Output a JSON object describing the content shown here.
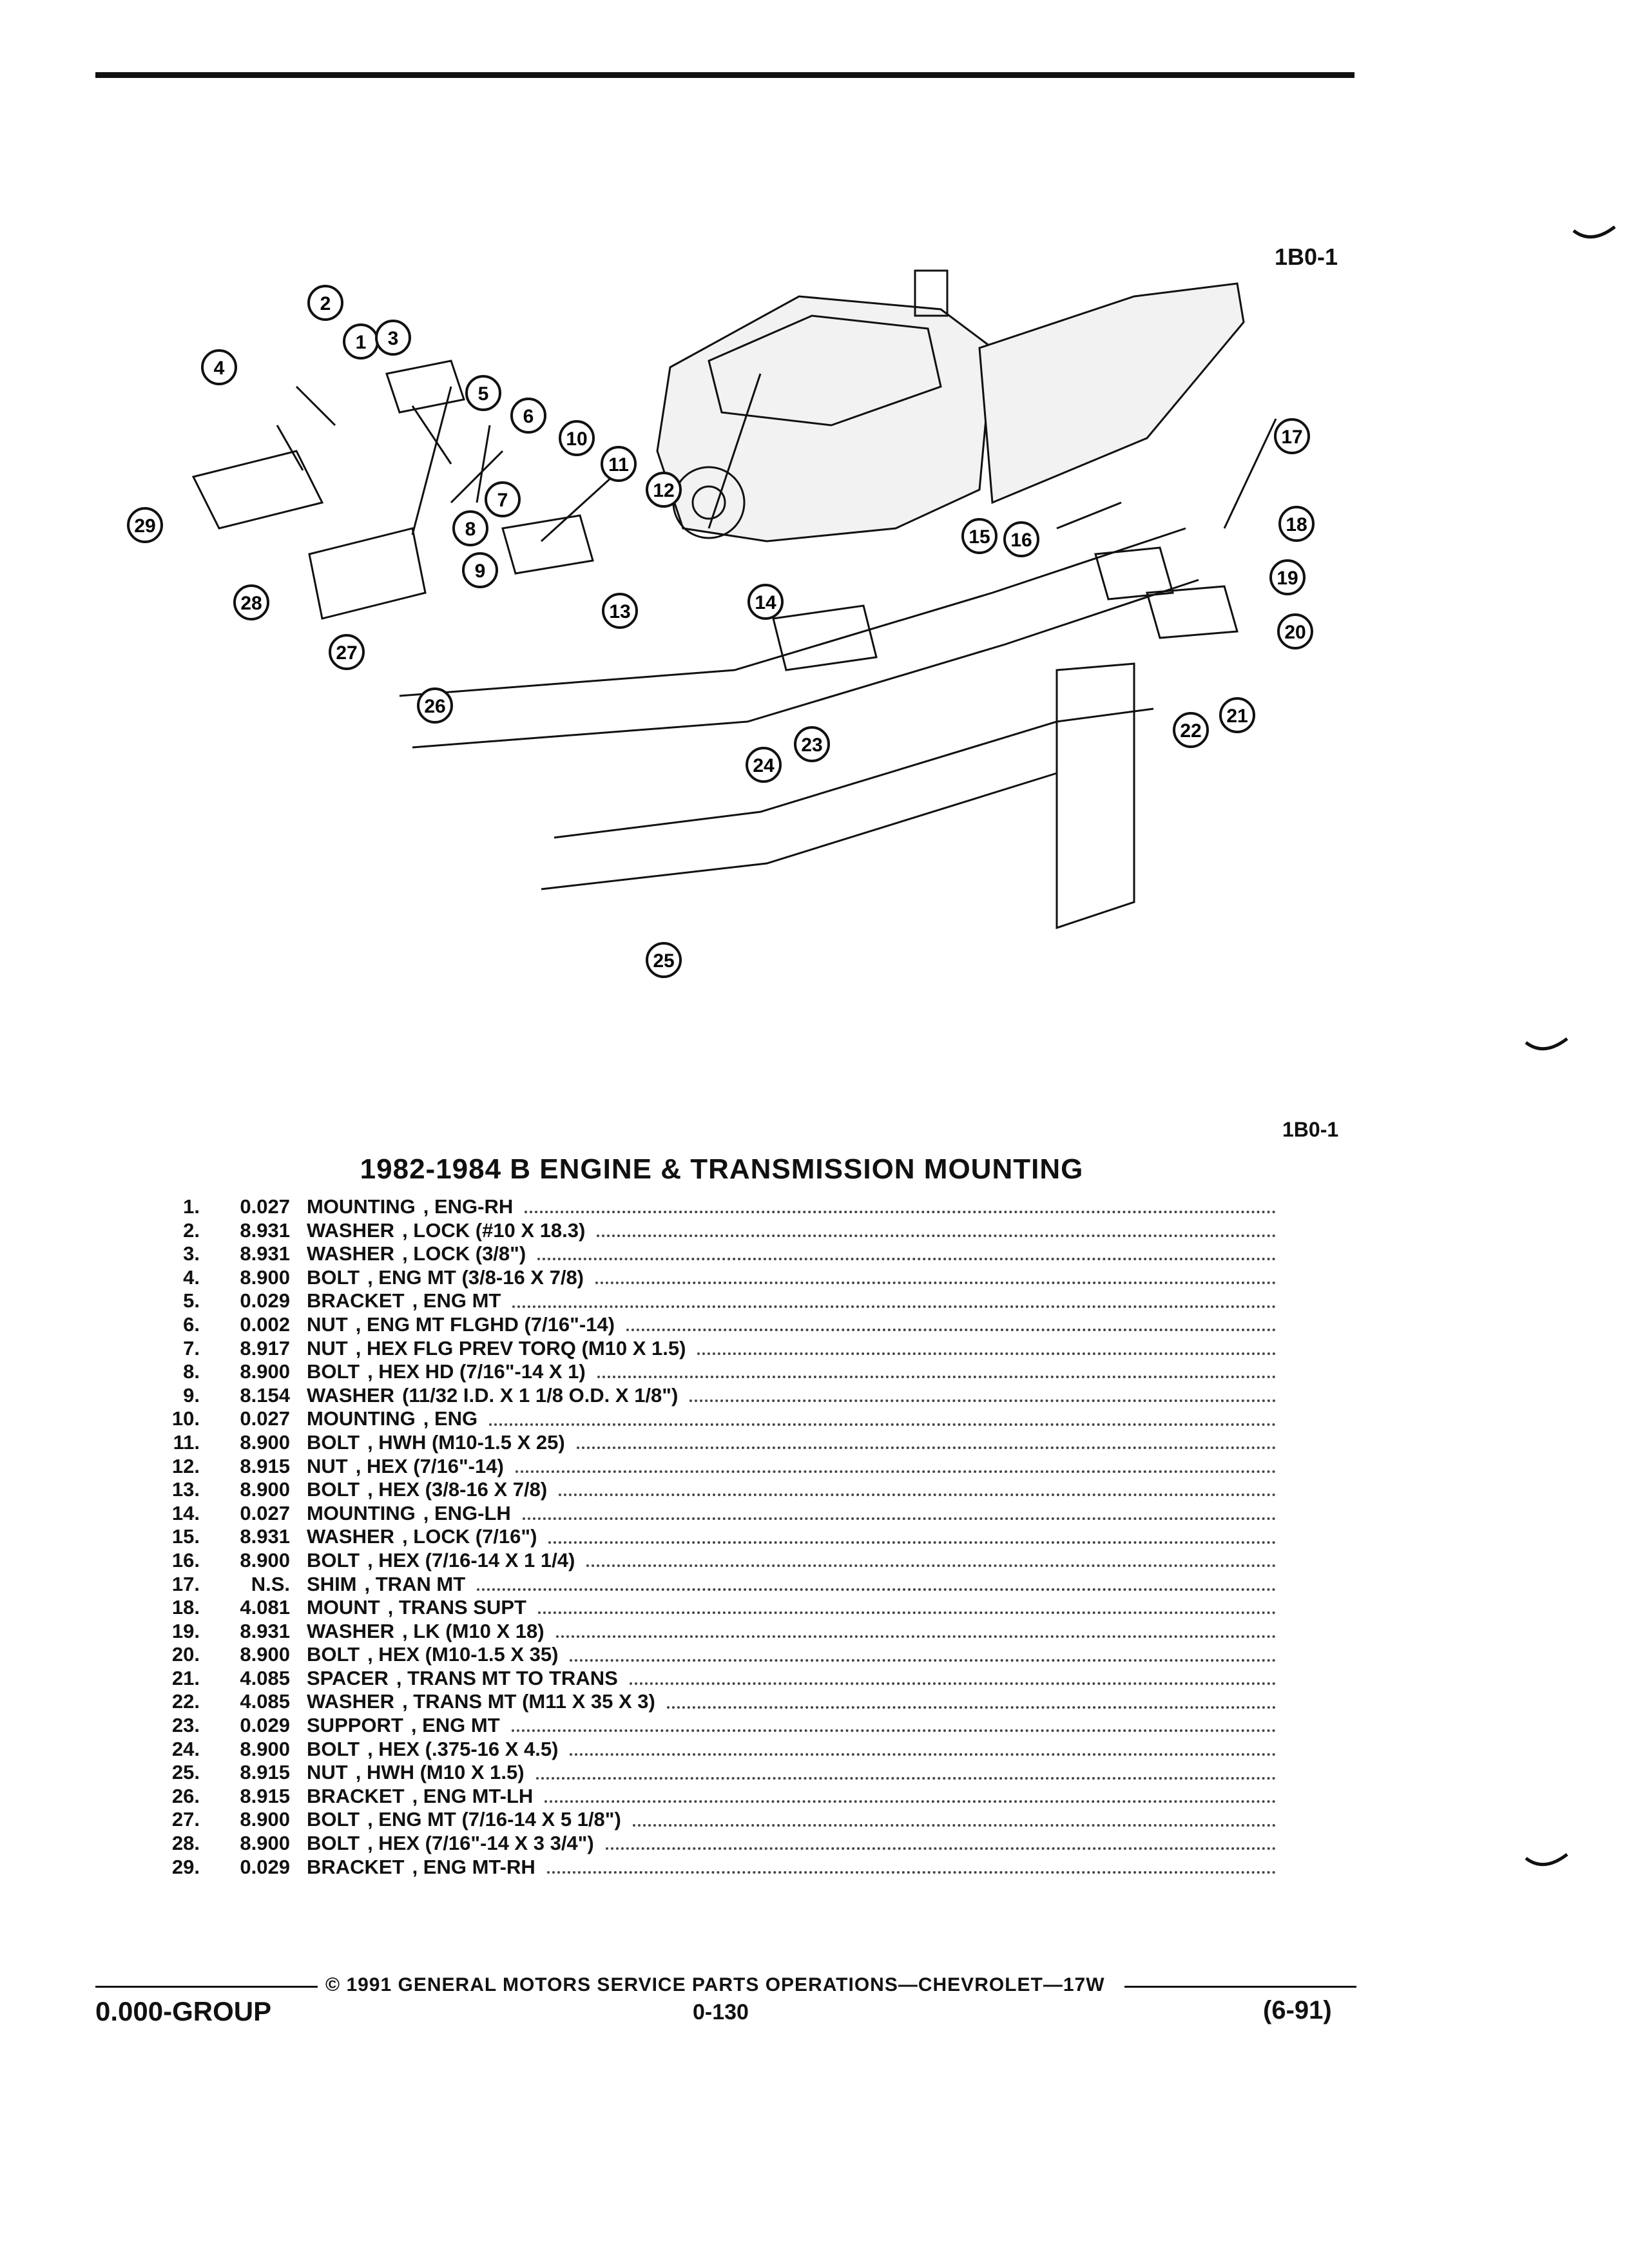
{
  "figure_label_top": "1B0-1",
  "figure_label_bottom": "1B0-1",
  "title": "1982-1984 B ENGINE & TRANSMISSION MOUNTING",
  "callouts": [
    "1",
    "2",
    "3",
    "4",
    "5",
    "6",
    "7",
    "8",
    "9",
    "10",
    "11",
    "12",
    "13",
    "14",
    "15",
    "16",
    "17",
    "18",
    "19",
    "20",
    "21",
    "22",
    "23",
    "24",
    "25",
    "26",
    "27",
    "28",
    "29"
  ],
  "parts": [
    {
      "num": "1.",
      "code": "0.027",
      "name": "MOUNTING",
      "spec": ", ENG-RH"
    },
    {
      "num": "2.",
      "code": "8.931",
      "name": "WASHER",
      "spec": ", LOCK (#10 X 18.3)"
    },
    {
      "num": "3.",
      "code": "8.931",
      "name": "WASHER",
      "spec": ", LOCK (3/8\")"
    },
    {
      "num": "4.",
      "code": "8.900",
      "name": "BOLT",
      "spec": ", ENG MT (3/8-16 X 7/8)"
    },
    {
      "num": "5.",
      "code": "0.029",
      "name": "BRACKET",
      "spec": ", ENG MT"
    },
    {
      "num": "6.",
      "code": "0.002",
      "name": "NUT",
      "spec": ", ENG MT FLGHD (7/16\"-14)"
    },
    {
      "num": "7.",
      "code": "8.917",
      "name": "NUT",
      "spec": ", HEX FLG PREV TORQ (M10 X 1.5)"
    },
    {
      "num": "8.",
      "code": "8.900",
      "name": "BOLT",
      "spec": ", HEX HD (7/16\"-14 X 1)"
    },
    {
      "num": "9.",
      "code": "8.154",
      "name": "WASHER",
      "spec": "(11/32 I.D. X 1 1/8 O.D. X 1/8\")"
    },
    {
      "num": "10.",
      "code": "0.027",
      "name": "MOUNTING",
      "spec": ", ENG"
    },
    {
      "num": "11.",
      "code": "8.900",
      "name": "BOLT",
      "spec": ", HWH (M10-1.5 X 25)"
    },
    {
      "num": "12.",
      "code": "8.915",
      "name": "NUT",
      "spec": ", HEX (7/16\"-14)"
    },
    {
      "num": "13.",
      "code": "8.900",
      "name": "BOLT",
      "spec": ", HEX (3/8-16 X 7/8)"
    },
    {
      "num": "14.",
      "code": "0.027",
      "name": "MOUNTING",
      "spec": ", ENG-LH"
    },
    {
      "num": "15.",
      "code": "8.931",
      "name": "WASHER",
      "spec": ", LOCK (7/16\")"
    },
    {
      "num": "16.",
      "code": "8.900",
      "name": "BOLT",
      "spec": ", HEX (7/16-14 X 1 1/4)"
    },
    {
      "num": "17.",
      "code": "N.S.",
      "name": "SHIM",
      "spec": ", TRAN MT"
    },
    {
      "num": "18.",
      "code": "4.081",
      "name": "MOUNT",
      "spec": ", TRANS SUPT"
    },
    {
      "num": "19.",
      "code": "8.931",
      "name": "WASHER",
      "spec": ", LK (M10 X 18)"
    },
    {
      "num": "20.",
      "code": "8.900",
      "name": "BOLT",
      "spec": ", HEX (M10-1.5 X 35)"
    },
    {
      "num": "21.",
      "code": "4.085",
      "name": "SPACER",
      "spec": ", TRANS MT TO TRANS"
    },
    {
      "num": "22.",
      "code": "4.085",
      "name": "WASHER",
      "spec": ", TRANS MT (M11 X 35 X 3)"
    },
    {
      "num": "23.",
      "code": "0.029",
      "name": "SUPPORT",
      "spec": ", ENG MT"
    },
    {
      "num": "24.",
      "code": "8.900",
      "name": "BOLT",
      "spec": ", HEX (.375-16 X 4.5)"
    },
    {
      "num": "25.",
      "code": "8.915",
      "name": "NUT",
      "spec": ", HWH (M10 X 1.5)"
    },
    {
      "num": "26.",
      "code": "8.915",
      "name": "BRACKET",
      "spec": ", ENG MT-LH"
    },
    {
      "num": "27.",
      "code": "8.900",
      "name": "BOLT",
      "spec": ", ENG MT (7/16-14 X 5 1/8\")"
    },
    {
      "num": "28.",
      "code": "8.900",
      "name": "BOLT",
      "spec": ", HEX (7/16\"-14 X 3 3/4\")"
    },
    {
      "num": "29.",
      "code": "0.029",
      "name": "BRACKET",
      "spec": ", ENG MT-RH"
    }
  ],
  "footer": {
    "copyright": "© 1991 GENERAL MOTORS SERVICE PARTS OPERATIONS—CHEVROLET—17W",
    "group": "0.000-GROUP",
    "page": "0-130",
    "date": "(6-91)"
  }
}
